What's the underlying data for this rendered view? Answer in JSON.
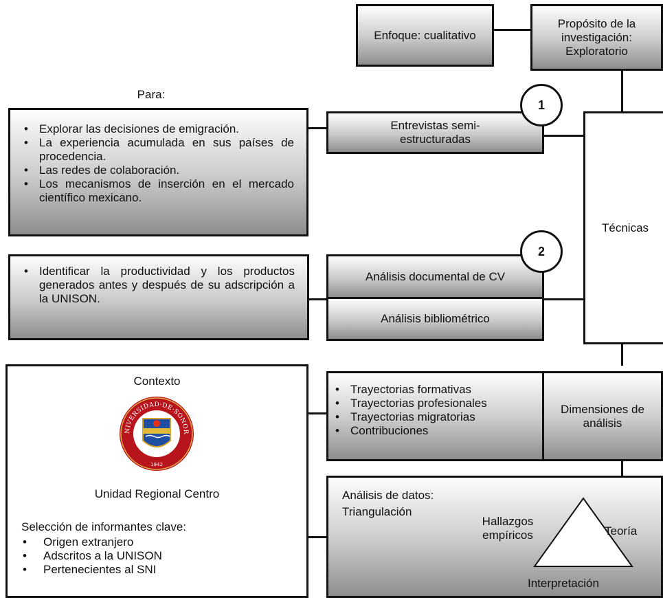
{
  "diagram": {
    "enfoque": "Enfoque: cualitativo",
    "proposito": "Propósito de la investigación: Exploratorio",
    "para_label": "Para:",
    "entrevistas": "Entrevistas semi-estructuradas",
    "circle_1": "1",
    "circle_2": "2",
    "para_items": [
      "Explorar las decisiones de emigración.",
      "La experiencia acumulada en sus países de procedencia.",
      "Las redes de colaboración.",
      "Los mecanismos de inserción en el mercado científico mexicano."
    ],
    "tecnicas": "Técnicas",
    "identificar_item": "Identificar la productividad y los productos generados antes y después de su adscripción a la UNISON.",
    "analisis_cv": "Análisis documental de CV",
    "analisis_biblio": "Análisis bibliométrico",
    "contexto": {
      "title": "Contexto",
      "logo_text": "UNIVERSIDAD DE SONORA",
      "logo_year": "1942",
      "unidad": "Unidad Regional Centro",
      "seleccion_label": "Selección de informantes clave:",
      "items": [
        "Origen extranjero",
        "Adscritos a la UNISON",
        "Pertenecientes al SNI"
      ]
    },
    "trayectorias": [
      "Trayectorias formativas",
      "Trayectorias profesionales",
      "Trayectorias migratorias",
      "Contribuciones"
    ],
    "dimensiones": "Dimensiones de análisis",
    "analisis_datos": {
      "label_1": "Análisis de datos:",
      "label_2": "Triangulación",
      "hallazgos": "Hallazgos empíricos",
      "teoria": "Teoría",
      "interpretacion": "Interpretación"
    }
  }
}
